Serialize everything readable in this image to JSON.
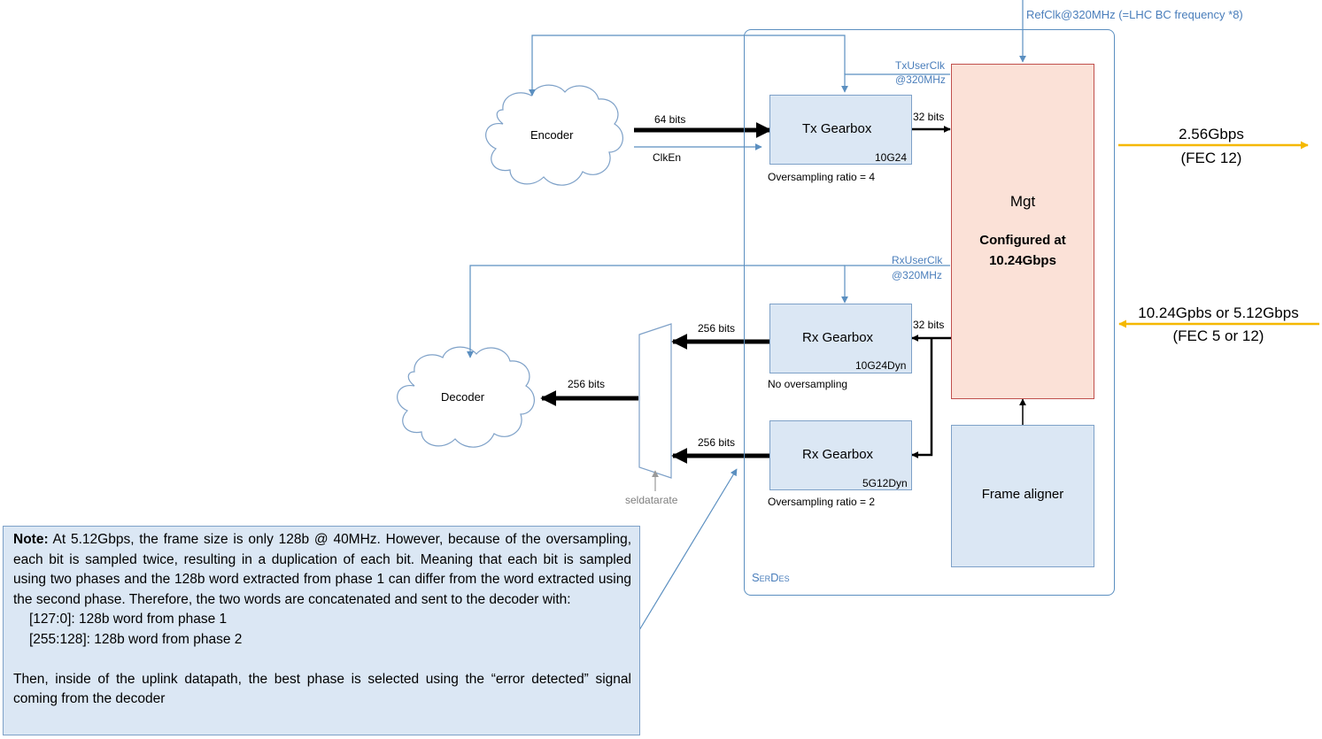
{
  "serdes": {
    "label": "SerDes"
  },
  "refclk": {
    "label": "RefClk@320MHz (=LHC BC frequency *8)"
  },
  "tx_user_clk": {
    "line1": "TxUserClk",
    "line2": "@320MHz"
  },
  "rx_user_clk": {
    "line1": "RxUserClk",
    "line2": "@320MHz"
  },
  "encoder": {
    "label": "Encoder"
  },
  "decoder": {
    "label": "Decoder"
  },
  "tx_gearbox": {
    "title": "Tx Gearbox",
    "mode": "10G24",
    "caption": "Oversampling ratio = 4"
  },
  "rx_gearbox_1": {
    "title": "Rx Gearbox",
    "mode": "10G24Dyn",
    "caption": "No oversampling"
  },
  "rx_gearbox_2": {
    "title": "Rx Gearbox",
    "mode": "5G12Dyn",
    "caption": "Oversampling ratio = 2"
  },
  "mgt": {
    "title": "Mgt",
    "config_line1": "Configured at",
    "config_line2": "10.24Gbps"
  },
  "frame_aligner": {
    "label": "Frame aligner"
  },
  "bus_labels": {
    "enc_to_tx": "64 bits",
    "clken": "ClkEn",
    "tx_to_mgt": "32 bits",
    "mgt_to_rx": "32 bits",
    "rx1_to_mux": "256 bits",
    "rx2_to_mux": "256 bits",
    "mux_to_dec": "256 bits"
  },
  "seldatarate": {
    "label": "seldatarate"
  },
  "tx_link": {
    "rate": "2.56Gbps",
    "fec": "(FEC 12)"
  },
  "rx_link": {
    "rate": "10.24Gpbs or 5.12Gbps",
    "fec": "(FEC 5 or 12)"
  },
  "note": {
    "bold": "Note:",
    "text": " At 5.12Gbps, the frame size is only 128b @ 40MHz. However, because of the oversampling, each bit is sampled twice, resulting in a duplication of each bit. Meaning that each bit is sampled using two phases and the 128b word extracted from phase 1 can differ from the word extracted using the second phase. Therefore, the two words are concatenated and sent to the decoder with:",
    "item1": "[127:0]: 128b word from phase 1",
    "item2": "[255:128]: 128b word from phase 2",
    "text2": "Then, inside of the uplink datapath, the best phase is selected using the “error detected” signal coming from the decoder"
  },
  "colors": {
    "link_arrow": "#f5b800",
    "clock_line": "#5b8fc0",
    "gearbox_fill": "#dbe7f4",
    "mgt_fill": "#fbe1d7",
    "mgt_border": "#c0504d"
  }
}
